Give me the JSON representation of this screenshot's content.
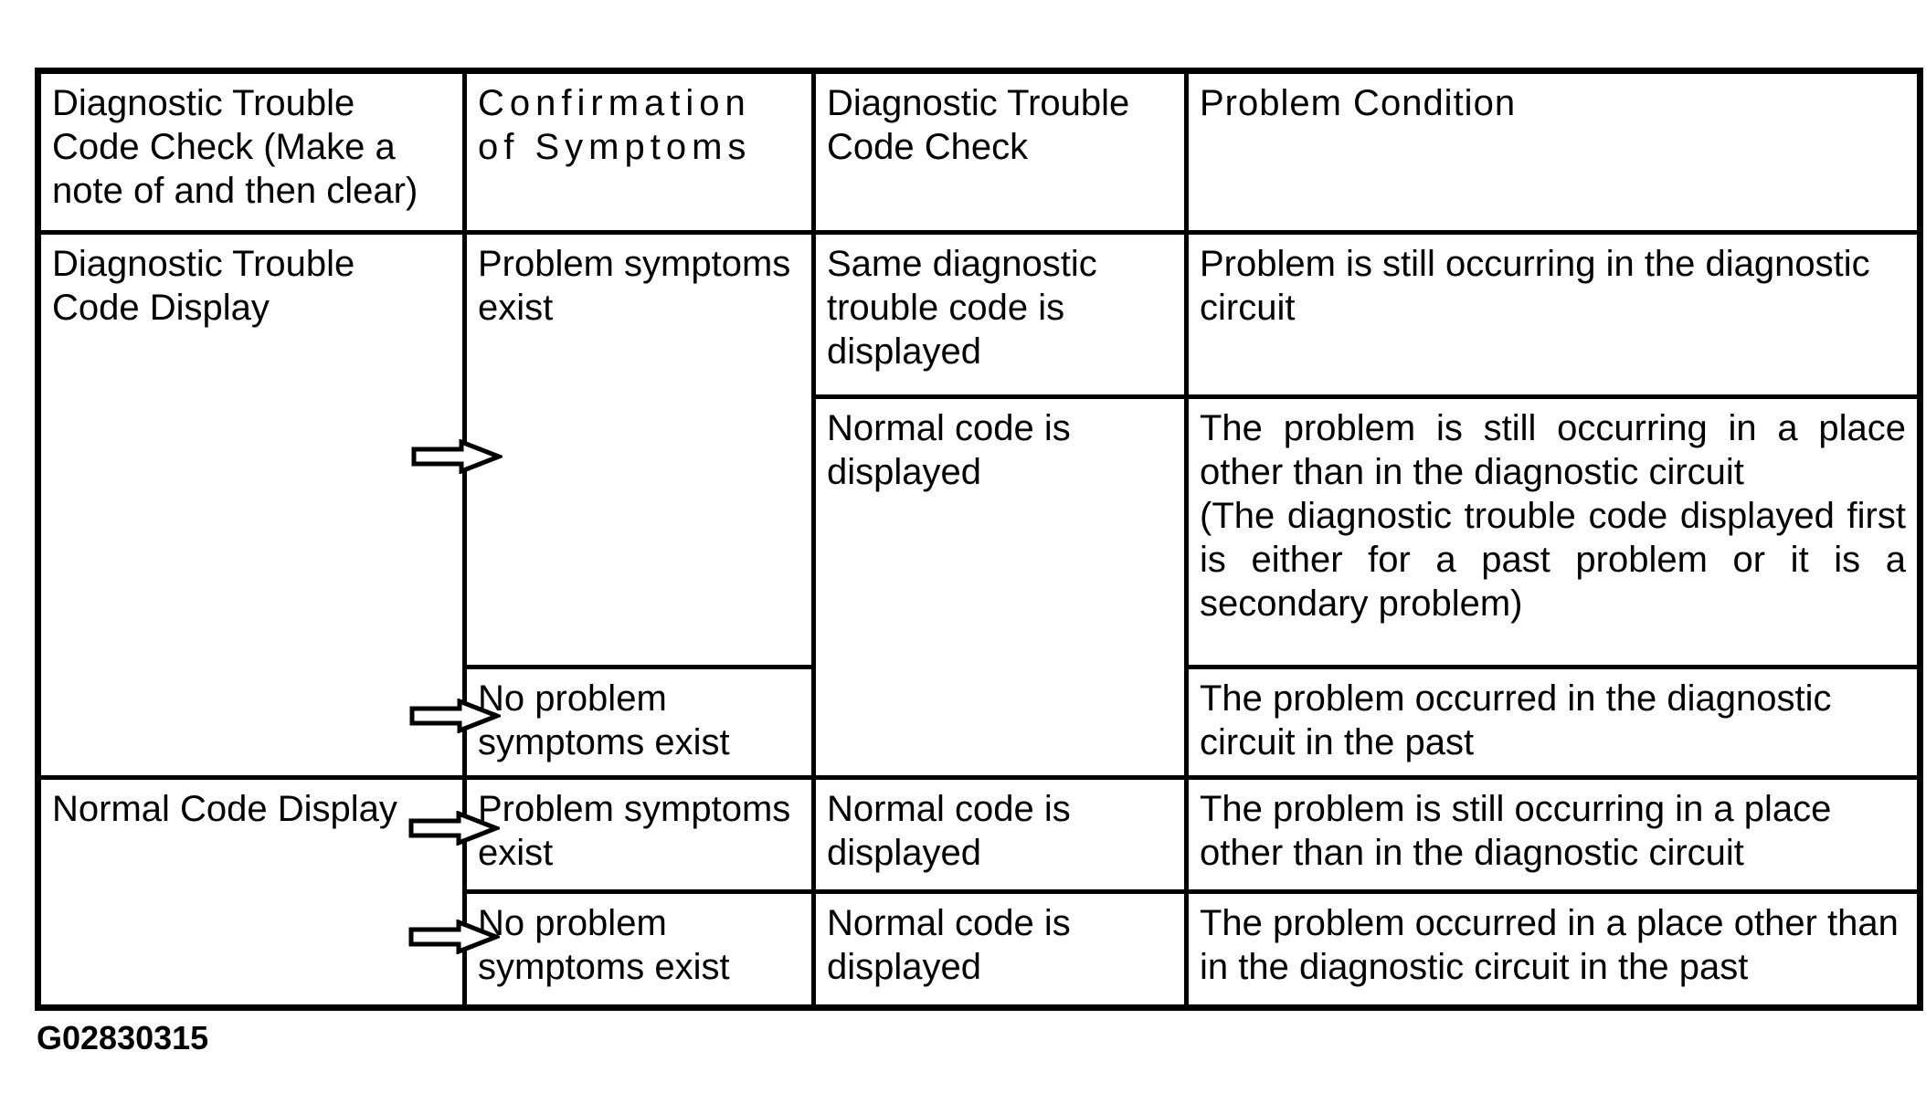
{
  "figure": {
    "code": "G02830315"
  },
  "colors": {
    "background": "#ffffff",
    "border": "#000000",
    "text": "#000000",
    "arrow_fill": "#ffffff",
    "arrow_stroke": "#000000"
  },
  "table": {
    "headers": {
      "col1": "Diagnostic Trouble Code Check (Make a note of and then clear)",
      "col2": "Confirmation of Symptoms",
      "col3": "Diagnostic Trouble Code Check",
      "col4": "Problem Condition"
    },
    "cells": {
      "dtc_code_display": "Diagnostic Trouble Code Display",
      "normal_code_display": "Normal Code Display",
      "a_problem_symptoms_exist": "Problem symptoms exist",
      "a_no_problem_symptoms_exist": "No problem symptoms exist",
      "b_problem_symptoms_exist": "Problem symptoms exist",
      "b_no_problem_symptoms_exist": "No problem symptoms exist",
      "a1_dtc_check": "Same diagnostic trouble code is displayed",
      "a2_dtc_check": "Normal code is displayed",
      "b1_dtc_check": "Normal code is displayed",
      "b2_dtc_check": "Normal code is displayed",
      "a1_condition": "Problem is still occurring in the diagnostic circuit",
      "a2_condition_para1": "The problem is still occurring in a place other than in the diagnostic circuit",
      "a2_condition_para2": "(The diagnostic trouble code displayed first is either for a past problem or it is a secondary problem)",
      "a3_condition": "The problem occurred in the diagnostic circuit in the past",
      "b1_condition": "The problem is still occurring in a place other than in the diagnostic circuit",
      "b2_condition": "The problem occurred in a place other than in the diagnostic circuit in the past"
    }
  }
}
